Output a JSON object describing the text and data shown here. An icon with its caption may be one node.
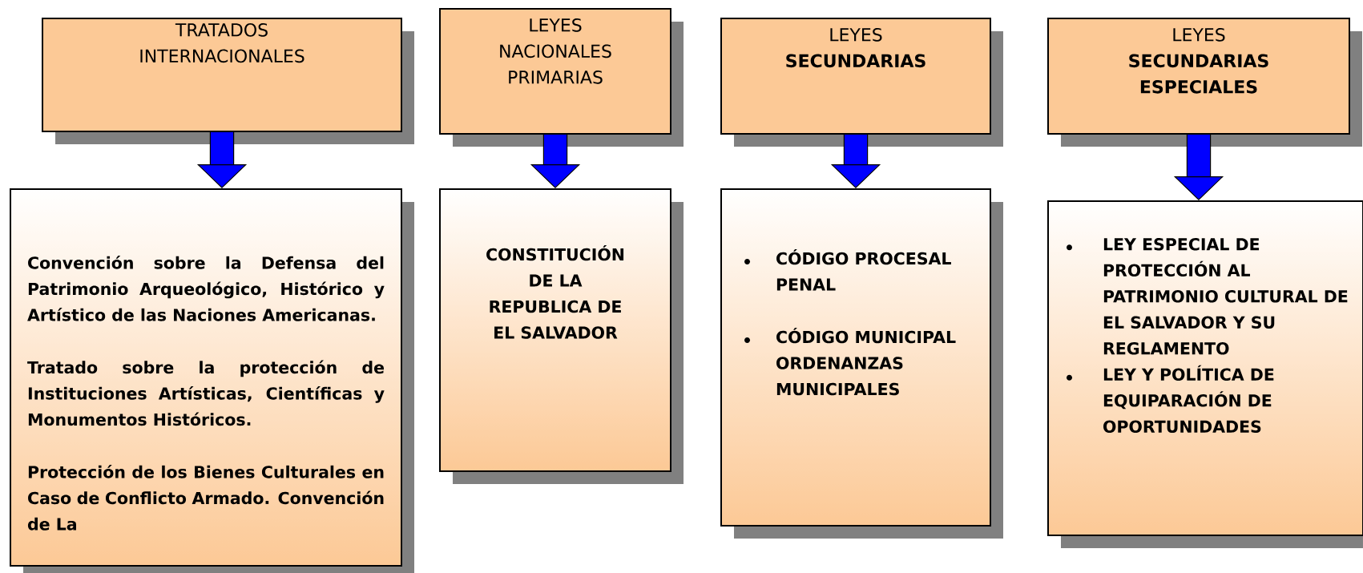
{
  "diagram": {
    "nodes": [
      {
        "text": [
          "TRATADOS INTERNACIONALES"
        ]
      },
      {
        "text": [
          "LEYES NACIONALES PRIMARIAS"
        ]
      },
      {
        "text": [
          "LEYES **SECUNDARIAS**"
        ]
      },
      {
        "text": [
          "LEYES **SECUNDARIAS ESPECIALES**"
        ]
      },
      {
        "text": [
          "Convención sobre la Defensa del Patrimonio Arqueológico, Histórico y Artístico de las Naciones Americanas.",
          "Tratado sobre la protección de Instituciones Artísticas, Científicas y Monumentos Históricos.",
          "Protección de los Bienes Culturales en Caso de Conflicto Armado. Convención de La"
        ]
      },
      {
        "text": [
          "CONSTITUCIÓN DE LA REPUBLICA DE EL SALVADOR"
        ]
      },
      {
        "text": [
          "CÓDIGO PROCESAL PENAL",
          "CÓDIGO MUNICIPAL ORDENANZAS MUNICIPALES"
        ]
      },
      {
        "text": [
          "LEY ESPECIAL DE PROTECCIÓN AL PATRIMONIO CULTURAL DE EL SALVADOR Y SU REGLAMENTO",
          "LEY Y POLÍTICA DE EQUIPARACIÓN DE OPORTUNIDADES"
        ]
      }
    ],
    "edges": [
      {
        "from": 0,
        "to": 4,
        "arrow": "to"
      },
      {
        "from": 1,
        "to": 5,
        "arrow": "to"
      },
      {
        "from": 2,
        "to": 6,
        "arrow": "to"
      },
      {
        "from": 3,
        "to": 7,
        "arrow": "to"
      }
    ]
  }
}
